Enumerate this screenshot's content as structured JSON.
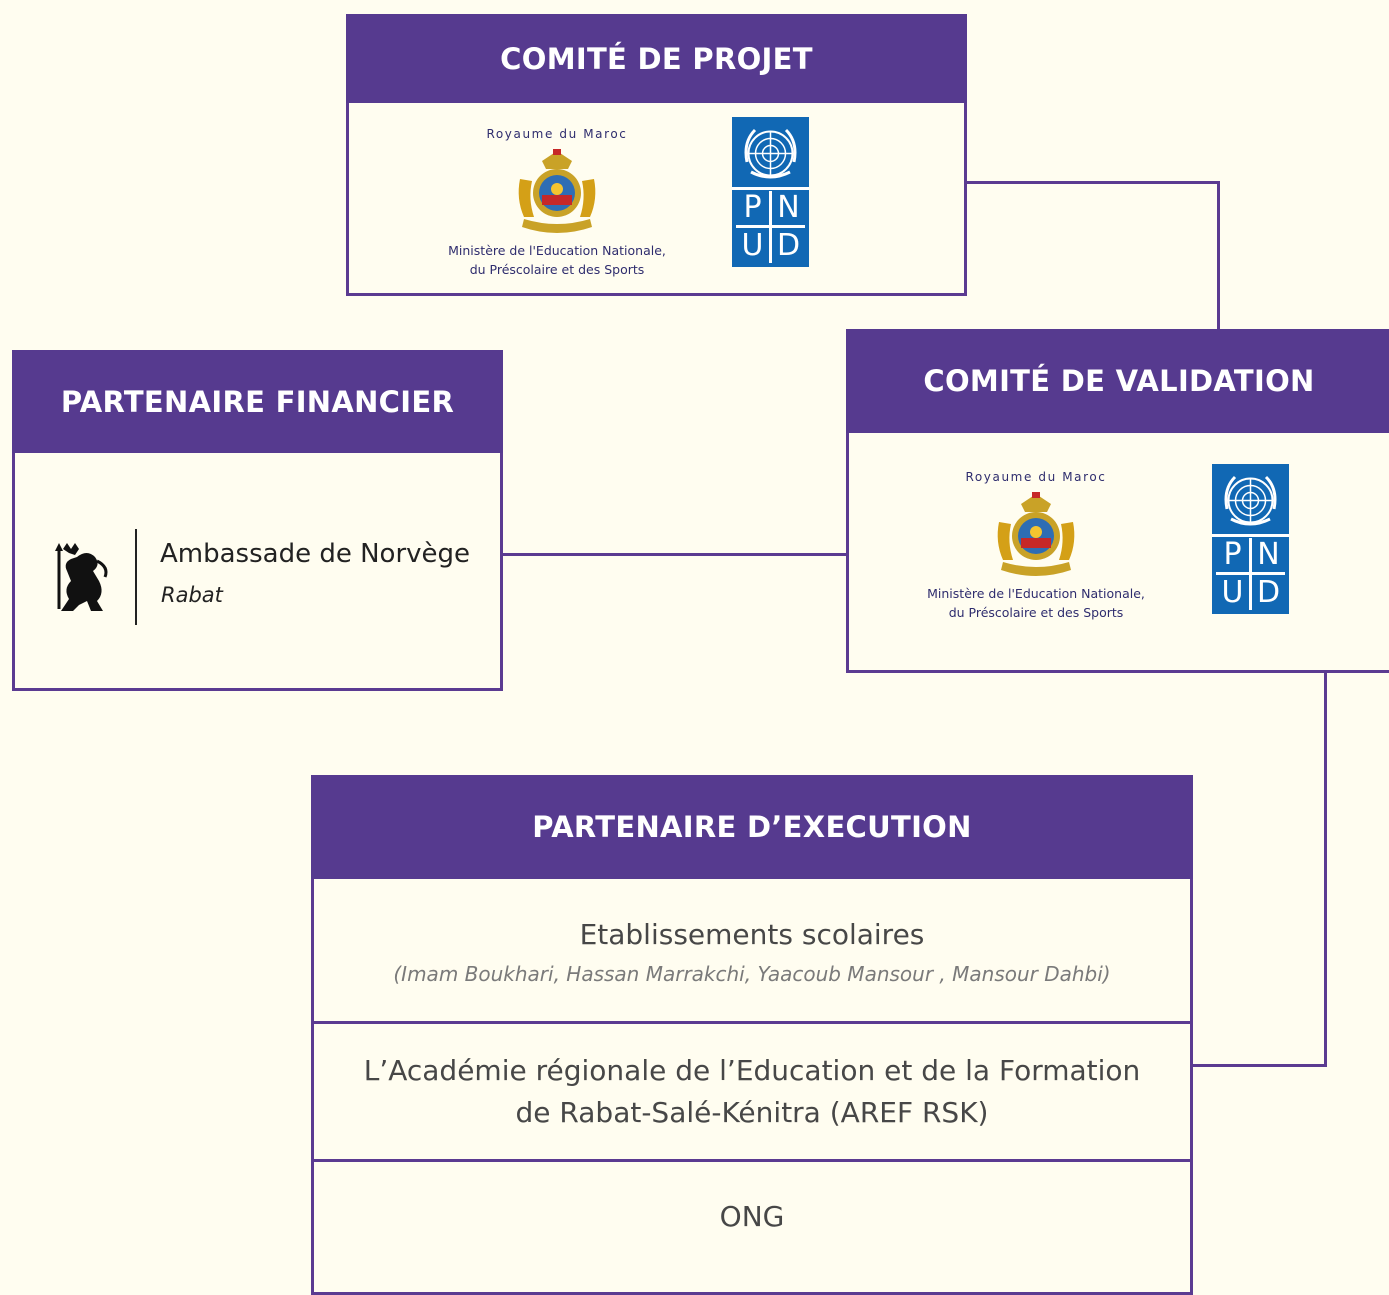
{
  "comite_projet": {
    "title": "COMITÉ DE PROJET",
    "morocco_logo": {
      "top_text": "Royaume du Maroc",
      "line1": "Ministère de l'Education Nationale,",
      "line2": "du Préscolaire et des Sports"
    },
    "pnud_logo": {
      "letters": [
        "P",
        "N",
        "U",
        "D"
      ]
    }
  },
  "comite_validation": {
    "title": "COMITÉ DE VALIDATION",
    "morocco_logo": {
      "top_text": "Royaume du Maroc",
      "line1": "Ministère de l'Education Nationale,",
      "line2": "du Préscolaire et des Sports"
    },
    "pnud_logo": {
      "letters": [
        "P",
        "N",
        "U",
        "D"
      ]
    }
  },
  "partenaire_financier": {
    "title": "PARTENAIRE FINANCIER",
    "embassy_name": "Ambassade de Norvège",
    "embassy_city": "Rabat"
  },
  "partenaire_execution": {
    "title": "PARTENAIRE D’EXECUTION",
    "rows": [
      {
        "main": "Etablissements scolaires",
        "sub": "(Imam Boukhari, Hassan Marrakchi, Yaacoub Mansour , Mansour Dahbi)"
      },
      {
        "main_line1": "L’Académie régionale de l’Education et de la Formation",
        "main_line2": "de Rabat-Salé-Kénitra (AREF RSK)"
      },
      {
        "main": "ONG"
      }
    ]
  },
  "colors": {
    "header_purple": "#563a8f",
    "border_purple": "#5b3b91",
    "background": "#fffdf0",
    "pnud_blue": "#1168b4"
  }
}
